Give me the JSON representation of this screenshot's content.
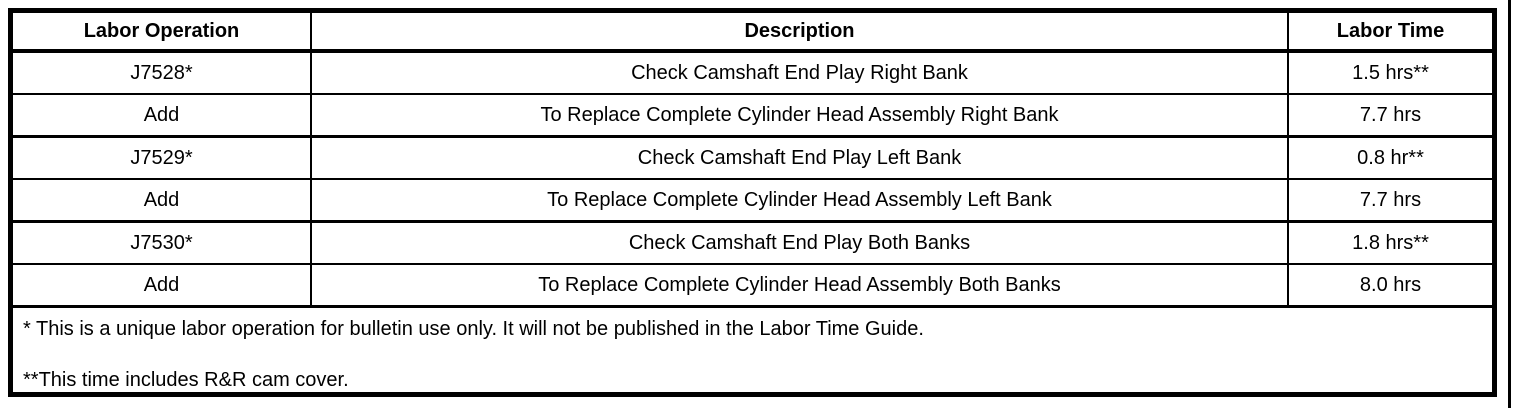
{
  "table": {
    "headers": [
      "Labor Operation",
      "Description",
      "Labor Time"
    ],
    "rows": [
      {
        "op": "J7528*",
        "desc": "Check Camshaft End Play Right Bank",
        "time": "1.5 hrs**"
      },
      {
        "op": "Add",
        "desc": "To Replace Complete Cylinder Head Assembly Right Bank",
        "time": "7.7 hrs"
      },
      {
        "op": "J7529*",
        "desc": "Check Camshaft End Play Left Bank",
        "time": "0.8 hr**"
      },
      {
        "op": "Add",
        "desc": "To Replace Complete Cylinder Head Assembly Left Bank",
        "time": "7.7 hrs"
      },
      {
        "op": "J7530*",
        "desc": "Check Camshaft End Play Both Banks",
        "time": "1.8 hrs**"
      },
      {
        "op": "Add",
        "desc": "To Replace Complete Cylinder Head Assembly Both Banks",
        "time": "8.0 hrs"
      }
    ],
    "footnotes": [
      "* This is a unique labor operation for bulletin use only. It will not be published in the Labor Time Guide.",
      "**This time includes R&R cam cover."
    ]
  },
  "colors": {
    "border": "#000000",
    "background": "#ffffff",
    "text": "#000000"
  }
}
